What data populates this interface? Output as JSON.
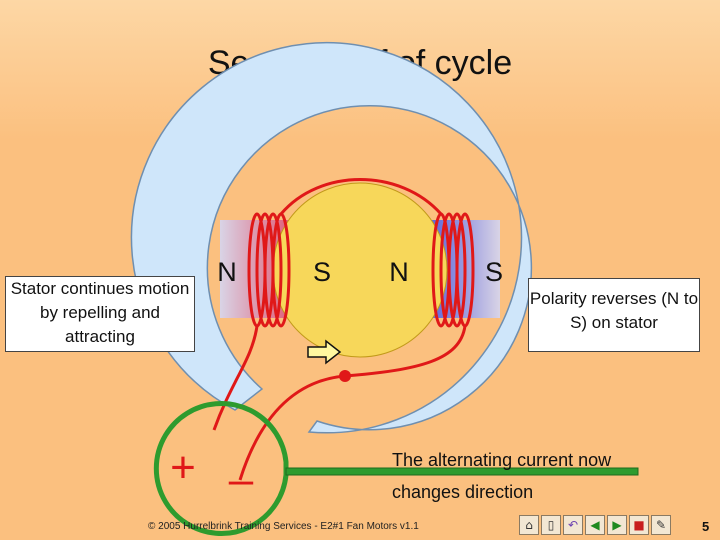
{
  "title": "Second half of cycle",
  "rotor": {
    "left_pole": "S",
    "right_pole": "N"
  },
  "stator": {
    "left_pole": "N",
    "right_pole": "S"
  },
  "callouts": {
    "left": "Stator continues motion by repelling and attracting",
    "right": "Polarity reverses (N to S) on stator"
  },
  "caption": {
    "line1": "The alternating current now",
    "line2": "changes direction"
  },
  "terminals": {
    "plus": "+",
    "minus": "–"
  },
  "footer": "© 2005 Hurrelbrink Training Services - E2#1 Fan Motors v1.1",
  "page_number": "5",
  "nav_icons": [
    "home-icon",
    "page-icon",
    "undo-icon",
    "prev-icon",
    "next-icon",
    "stop-icon",
    "pencil-icon"
  ],
  "colors": {
    "stator": "#cfe6fa",
    "rotor": "#f7d75a",
    "coil": "#e01818",
    "wire_green": "#2e9b2e"
  }
}
